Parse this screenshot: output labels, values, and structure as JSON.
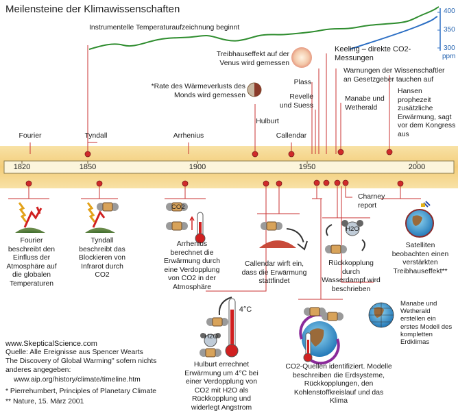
{
  "title": "Meilensteine der Klimawissenschaften",
  "timeline": {
    "start_year": 1810,
    "end_year": 2020,
    "ticks": [
      "1820",
      "1850",
      "1900",
      "1950",
      "2000"
    ]
  },
  "temperature_note": "Instrumentelle Temperaturaufzeichnung beginnt",
  "co2_axis": {
    "labels": [
      "400",
      "350",
      "300"
    ],
    "unit": "ppm"
  },
  "events_above": {
    "fourier": "Fourier",
    "tyndall": "Tyndall",
    "arrhenius": "Arrhenius",
    "hulburt": "Hulburt",
    "callendar": "Callendar",
    "venus": "Treibhauseffekt auf der Venus wird gemessen",
    "moon": "*Rate des Wärmeverlusts des Monds wird gemessen",
    "plass": "Plass",
    "revelle": "Revelle und Suess",
    "keeling": "Keeling – direkte CO2-Messungen",
    "warnings": "Warnungen der Wissenschaftler an Gesetzgeber tauchen auf",
    "manabe": "Manabe und Wetherald",
    "hansen": "Hansen prophezeit zusätzliche Erwärmung, sagt vor dem Kongress aus"
  },
  "events_below": {
    "fourier": "Fourier beschreibt den  Einfluss der Atmosphäre auf die globalen Temperaturen",
    "tyndall": "Tyndall beschreibt das Blockieren von Infrarot durch CO2",
    "arrhenius": "Arrhenius berechnet die Erwärmung durch eine Verdopplung von CO2 in der Atmosphäre",
    "callendar": "Callendar wirft ein, dass die Erwärmung stattfindet",
    "feedback": "Rückkopplung durch Wasserdampf wird beschrieben",
    "charney": "Charney report",
    "satellites": "Satelliten beobachten einen verstärkten Treibhauseffekt**",
    "hulburt": "Hulburt errechnet Erwärmung um 4°C bei einer Verdopplung von CO2 mit H2O als Rückkopplung  und widerlegt Angstrom",
    "co2sources": "CO2-Quellen identifiziert. Modelle beschreiben die Erdsysteme, Rückkopplungen, den Kohlenstoffkreislauf und das Klima",
    "manabe_model": "Manabe und Wetherald erstellen ein erstes Modell des kompletten Erdklimas"
  },
  "icon_labels": {
    "co2": "CO2",
    "h2o": "H2O",
    "four_c": "4°C"
  },
  "credits": {
    "site": "www.SkepticalScience.com",
    "source1": "Quelle: Alle Ereignisse aus Spencer Wearts",
    "source2": "The Discovery of Global Warming\" sofern nichts",
    "source3": "anderes angegeben:",
    "source_url": "www.aip.org/history/climate/timeline.htm",
    "note1": "*   Pierrehumbert, Principles of Planetary Climate",
    "note2": "** Nature, 15. März 2001"
  },
  "colors": {
    "band": "#f6d68c",
    "bar": "#fbf3d6",
    "marker": "#d02a2a",
    "line": "#c83232",
    "temp": "#2f8d2f",
    "co2": "#2d6fc4"
  }
}
